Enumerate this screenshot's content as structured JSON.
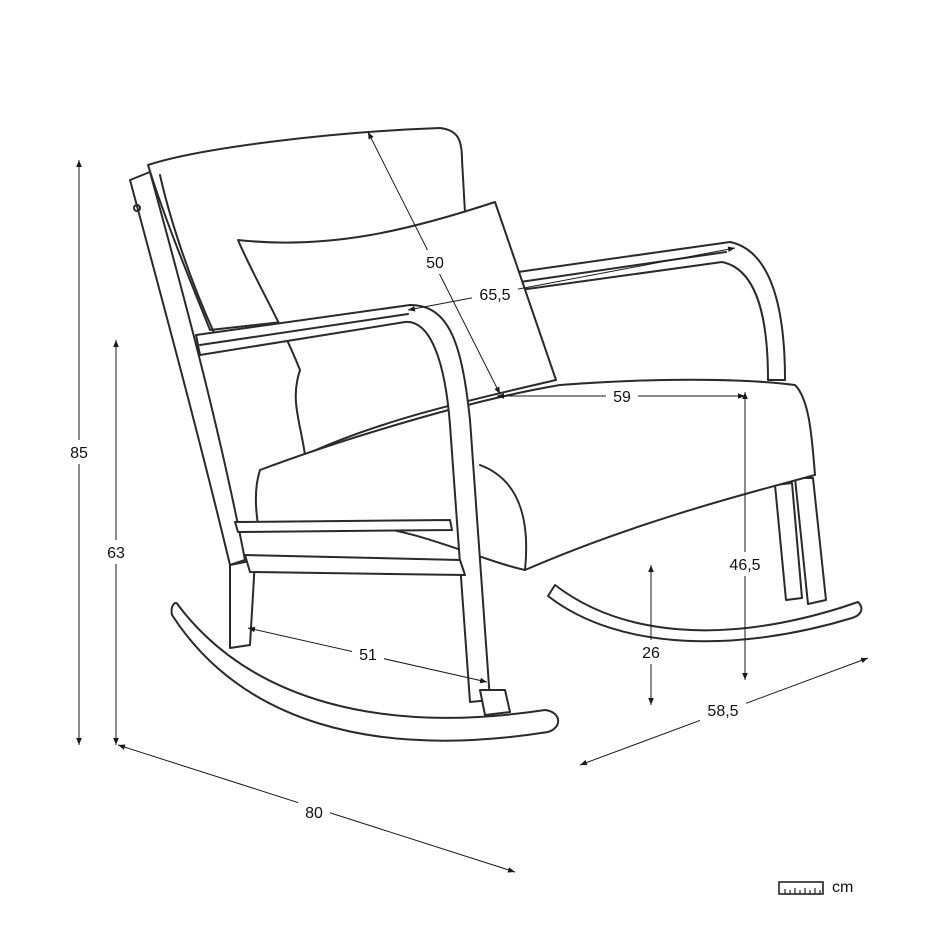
{
  "dimensions": {
    "seat_width": "59",
    "arm_depth": "65,5",
    "backrest_height": "50",
    "total_height": "85",
    "arm_height": "63",
    "seat_height": "46,5",
    "rocker_clearance": "26",
    "arm_length": "51",
    "total_width": "80",
    "total_depth": "58,5"
  },
  "legend": {
    "unit": "cm",
    "icon": "ruler-icon"
  }
}
